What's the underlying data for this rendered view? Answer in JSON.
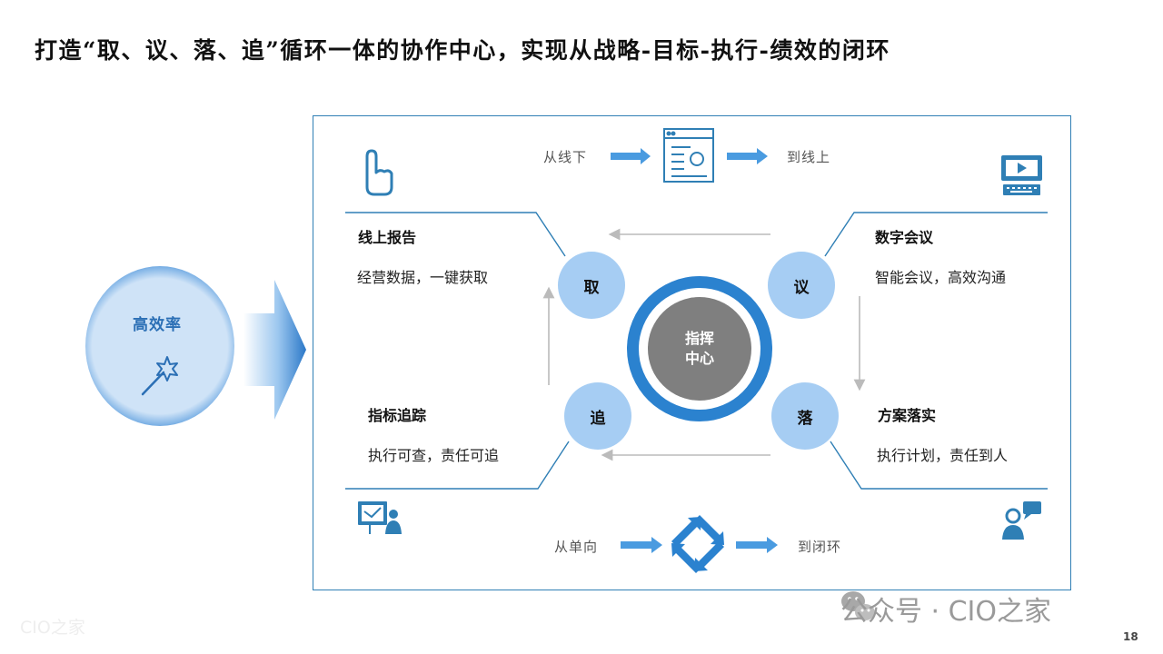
{
  "title": "打造“取、议、落、追”循环一体的协作中心，实现从战略-目标-执行-绩效的闭环",
  "efficiency": {
    "label": "高效率"
  },
  "top_flow": {
    "from": "从线下",
    "to": "到线上"
  },
  "bottom_flow": {
    "from": "从单向",
    "to": "到闭环"
  },
  "hub": {
    "line1": "指挥",
    "line2": "中心"
  },
  "nodes": {
    "qu": "取",
    "yi": "议",
    "luo": "落",
    "zhui": "追"
  },
  "sections": {
    "top_left": {
      "header": "线上报告",
      "desc": "经营数据，一键获取"
    },
    "top_right": {
      "header": "数字会议",
      "desc": "智能会议，高效沟通"
    },
    "bottom_left": {
      "header": "指标追踪",
      "desc": "执行可查，责任可追"
    },
    "bottom_right": {
      "header": "方案落实",
      "desc": "执行计划，责任到人"
    }
  },
  "icons": [
    "hand-pointer-icon",
    "document-report-icon",
    "computer-video-icon",
    "presentation-icon",
    "user-chat-icon",
    "recycle-loop-icon",
    "magic-wand-icon",
    "wechat-icon"
  ],
  "colors": {
    "primary_blue": "#2b82cf",
    "node_fill": "#a6cdf3",
    "hub_gray": "#7f7f7f",
    "frame_border": "#2f7fb5",
    "arrow_blue": "#4a9be0"
  },
  "watermark": {
    "account": "公众号 · CIO之家",
    "corner": "CIO之家"
  },
  "page_number": "18"
}
